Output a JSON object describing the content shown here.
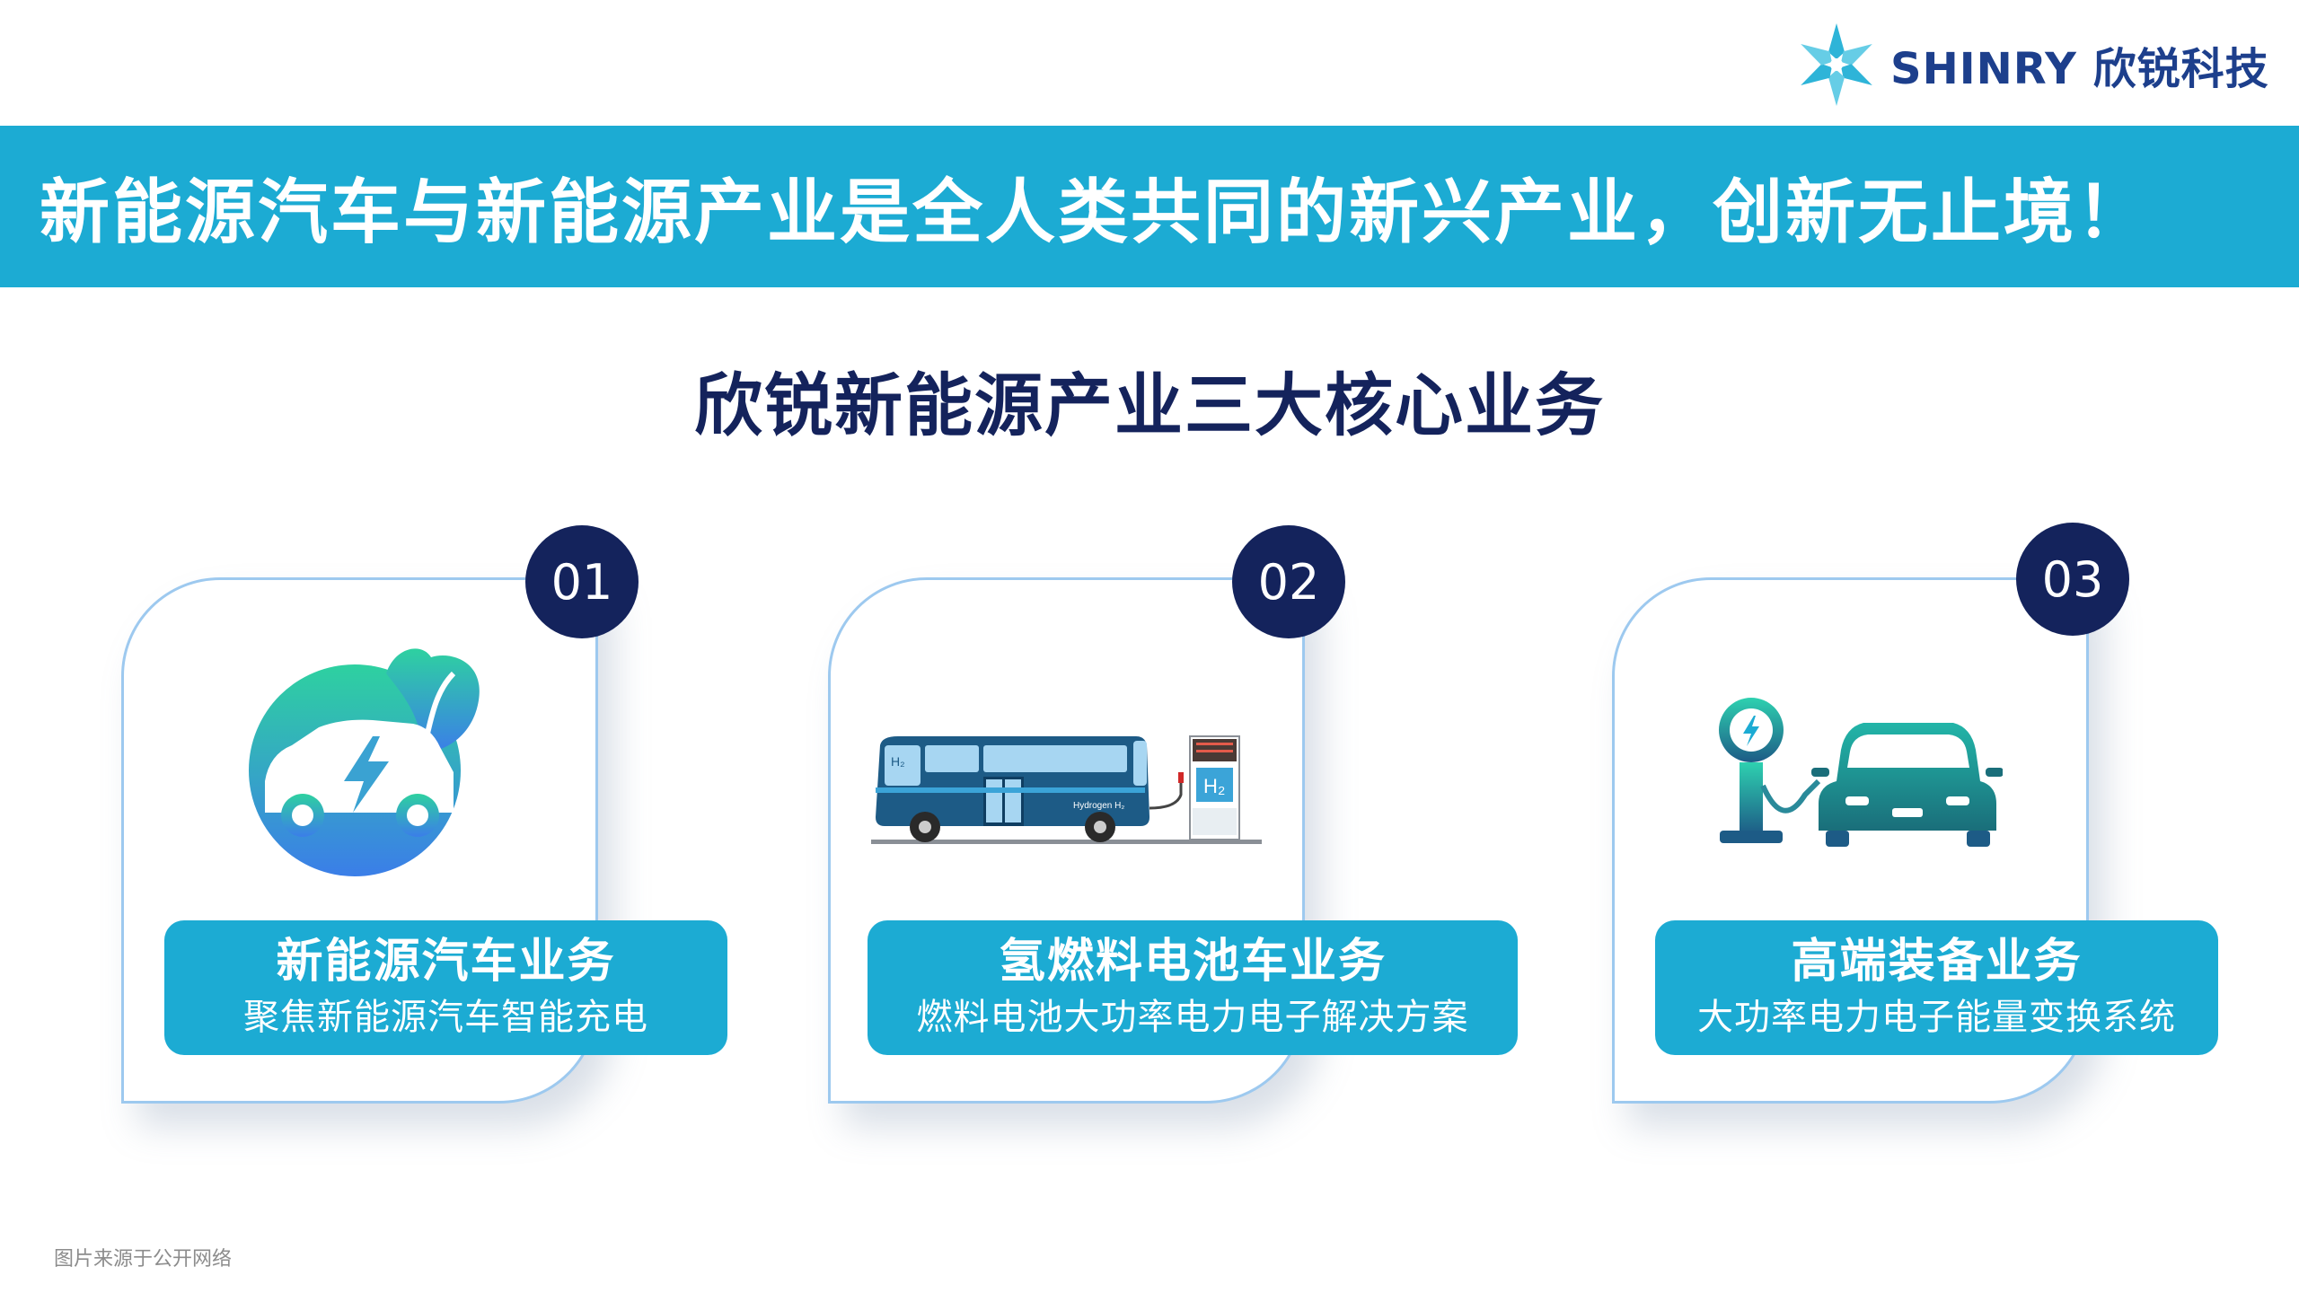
{
  "brand": {
    "logo_text": "SHINRY 欣锐科技",
    "logo_icon": "snowflake-logo-icon",
    "color": "#1d3f8c"
  },
  "banner": {
    "text": "新能源汽车与新能源产业是全人类共同的新兴产业，创新无止境！",
    "background": "#1cabd3"
  },
  "section_title": "欣锐新能源产业三大核心业务",
  "colors": {
    "navy": "#14235c",
    "accent": "#1cabd3",
    "card_border": "#9dc9ef"
  },
  "cards": [
    {
      "number": "01",
      "title": "新能源汽车业务",
      "subtitle": "聚焦新能源汽车智能充电",
      "icon": "electric-car-leaf-icon"
    },
    {
      "number": "02",
      "title": "氢燃料电池车业务",
      "subtitle": "燃料电池大功率电力电子解决方案",
      "icon": "hydrogen-bus-icon"
    },
    {
      "number": "03",
      "title": "高端装备业务",
      "subtitle": "大功率电力电子能量变换系统",
      "icon": "charging-station-car-icon"
    }
  ],
  "footnote": "图片来源于公开网络"
}
